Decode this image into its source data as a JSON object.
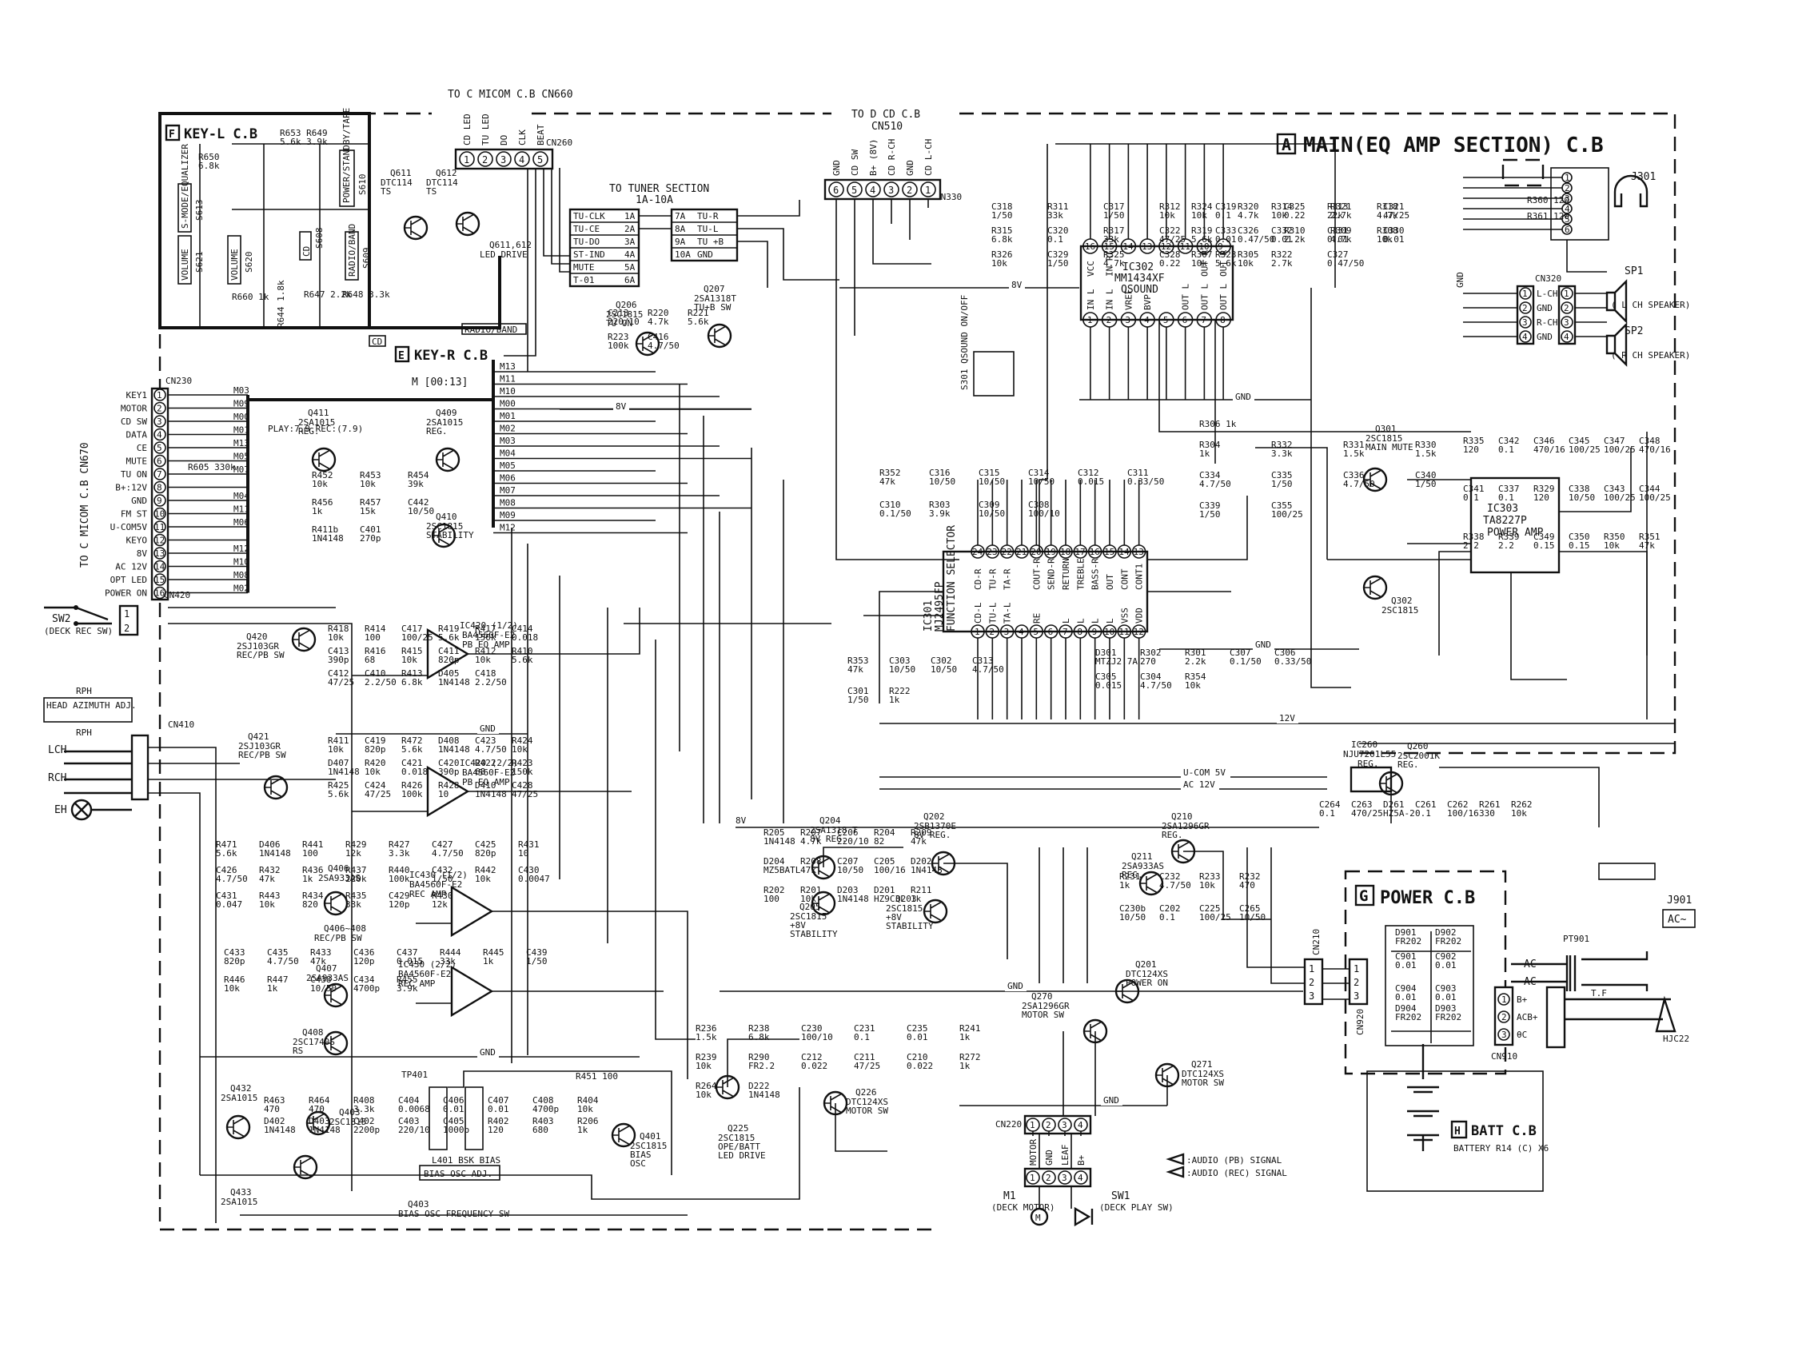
{
  "boards": {
    "main": {
      "letter": "A",
      "title": "MAIN(EQ AMP SECTION) C.B"
    },
    "key_l": {
      "letter": "F",
      "title": "KEY-L C.B"
    },
    "key_r": {
      "letter": "E",
      "title": "KEY-R C.B"
    },
    "power": {
      "letter": "G",
      "title": "POWER C.B"
    },
    "batt": {
      "letter": "H",
      "title": "BATT C.B"
    }
  },
  "top_labels": {
    "micom": "TO C MICOM C.B CN660",
    "cd": "TO D CD C.B",
    "cd_cn": "CN510",
    "tuner1": "TO TUNER SECTION",
    "tuner2": "1A-10A",
    "cn260": "CN260",
    "cn330": "CN330"
  },
  "cn260_pins": [
    "CD LED",
    "TU LED",
    "DO",
    "CLK",
    "BEAT"
  ],
  "cn330_pins": [
    "GND",
    "CD SW",
    "B+ (8V)",
    "CD R-CH",
    "GND",
    "CD L-CH"
  ],
  "tuner_rows": [
    {
      "sig": "TU-CLK",
      "pin": "1A"
    },
    {
      "sig": "TU-CE",
      "pin": "2A"
    },
    {
      "sig": "TU-DO",
      "pin": "3A"
    },
    {
      "sig": "ST-IND",
      "pin": "4A"
    },
    {
      "sig": "MUTE",
      "pin": "5A"
    },
    {
      "sig": "T-01",
      "pin": "6A"
    }
  ],
  "tuner_right": [
    {
      "pin": "7A",
      "sig": "TU-R"
    },
    {
      "pin": "8A",
      "sig": "TU-L"
    },
    {
      "pin": "9A",
      "sig": "TU +B"
    },
    {
      "pin": "10A",
      "sig": "GND"
    }
  ],
  "cn230": {
    "label": "CN230",
    "side": "TO C MICOM C.B CN670",
    "pins": [
      "KEY1",
      "MOTOR",
      "CD SW",
      "DATA",
      "CE",
      "MUTE",
      "TU ON",
      "B+:12V",
      "GND",
      "FM ST",
      "U-COM5V",
      "KEYO",
      "8V",
      "AC 12V",
      "OPT LED",
      "POWER ON"
    ]
  },
  "m_labels": [
    "M13",
    "M11",
    "M10",
    "M00",
    "M01",
    "M02",
    "M03",
    "M04",
    "M05",
    "M06",
    "M07",
    "M08",
    "M09",
    "M12"
  ],
  "cn230_m": [
    "M03",
    "M09",
    "M00",
    "M01",
    "M13",
    "M05",
    "M07",
    "",
    "M04",
    "M11",
    "M06",
    "",
    "M12",
    "M10",
    "M08",
    "M02"
  ],
  "m_bus": "M [00:13]",
  "key_l": {
    "r650": "R650\n6.8k",
    "r653": "R653 R649",
    "r653v": "5.6k  3.9k",
    "s613": "S613",
    "s613t": "S-MODE/EQUALIZER",
    "s610": "S610",
    "s610t": "POWER/STANDBY/TAPE",
    "s621": "S621",
    "s621t": "VOLUME",
    "s620": "S620",
    "s620t": "VOLUME",
    "s608": "S608",
    "s608t": "CD",
    "s609": "S609",
    "s609t": "RADIO/BAND",
    "r660": "R660 1k",
    "r647": "R647 2.2k",
    "r648": "R648 3.3k",
    "r644": "R644 1.8k",
    "radio_band": "RADIO/BAND",
    "cd_led": "CD"
  },
  "transistors": [
    {
      "id": "q611",
      "name": "Q611",
      "type": "DTC114\nTS"
    },
    {
      "id": "q612",
      "name": "Q612",
      "type": "DTC114\nTS"
    },
    {
      "id": "q611n",
      "name": "Q611,612",
      "type": "LED DRIVE"
    },
    {
      "id": "q206",
      "name": "Q206",
      "type": "2SC1815\nTU ON"
    },
    {
      "id": "q207",
      "name": "Q207",
      "type": "2SA1318T\nTU+B SW"
    },
    {
      "id": "q411",
      "name": "Q411",
      "type": "2SA1015\nREG."
    },
    {
      "id": "q409",
      "name": "Q409",
      "type": "2SA1015\nREG."
    },
    {
      "id": "q410",
      "name": "Q410",
      "type": "2SC1815\nSTABILITY"
    },
    {
      "id": "q420",
      "name": "Q420",
      "type": "2SJ103GR\nREC/PB SW"
    },
    {
      "id": "q421",
      "name": "Q421",
      "type": "2SJ103GR\nREC/PB SW"
    },
    {
      "id": "q406",
      "name": "Q406",
      "type": "2SA933AS"
    },
    {
      "id": "q407",
      "name": "Q407",
      "type": "2SA933AS"
    },
    {
      "id": "q406n",
      "name": "Q406~408",
      "type": "REC/PB SW"
    },
    {
      "id": "q408",
      "name": "Q408",
      "type": "2SC1740S\nRS"
    },
    {
      "id": "q432",
      "name": "Q432",
      "type": "2SA1015"
    },
    {
      "id": "q403",
      "name": "Q403",
      "type": "2SC1815"
    },
    {
      "id": "q433",
      "name": "Q433",
      "type": "2SA1015"
    },
    {
      "id": "q401",
      "name": "Q401",
      "type": "2SC1815\nBIAS\nOSC"
    },
    {
      "id": "q403n",
      "name": "Q403",
      "type": "BIAS OSC FREQUENCY SW"
    },
    {
      "id": "q204",
      "name": "Q204",
      "type": "2SA1318 T\n8V REG."
    },
    {
      "id": "q205",
      "name": "Q205",
      "type": "2SC1815\n+8V\nSTABILITY"
    },
    {
      "id": "q202",
      "name": "Q202",
      "type": "2SB1370E\n8V REG."
    },
    {
      "id": "q203",
      "name": "Q203",
      "type": "2SC1815\n+8V\nSTABILITY"
    },
    {
      "id": "q210",
      "name": "Q210",
      "type": "2SA1296GR\nREG."
    },
    {
      "id": "q211",
      "name": "Q211",
      "type": "2SA933AS\nREG."
    },
    {
      "id": "q201",
      "name": "Q201",
      "type": "DTC124XS\nPOWER ON"
    },
    {
      "id": "q270",
      "name": "Q270",
      "type": "2SA1296GR\nMOTOR SW"
    },
    {
      "id": "q271",
      "name": "Q271",
      "type": "DTC124XS\nMOTOR SW"
    },
    {
      "id": "q226",
      "name": "Q226",
      "type": "DTC124XS\nMOTOR SW"
    },
    {
      "id": "q225",
      "name": "Q225",
      "type": "2SC1815\nOPE/BATT\nLED DRIVE"
    },
    {
      "id": "q301",
      "name": "Q301",
      "type": "2SC1815\nMAIN MUTE"
    },
    {
      "id": "q302",
      "name": "Q302",
      "type": "2SC1815"
    },
    {
      "id": "q260",
      "name": "Q260",
      "type": "2SC2001K\nREG."
    }
  ],
  "ics": {
    "ic302": {
      "name": "IC302",
      "part": "MM1434XF",
      "func": "QSOUND",
      "top": [
        "16",
        "15",
        "14",
        "13",
        "12",
        "11",
        "10",
        "9"
      ],
      "top_names": [
        "VCC",
        "IN R",
        "",
        "",
        "",
        "",
        "OUT R",
        "OUT R"
      ],
      "bot": [
        "1",
        "2",
        "3",
        "4",
        "5",
        "6",
        "7",
        "8"
      ],
      "bot_names": [
        "IN L",
        "IN L",
        "VREF",
        "BVP",
        "",
        "OUT L",
        "OUT L",
        "OUT L"
      ]
    },
    "ic301": {
      "name": "IC301",
      "part": "MJ2495FP",
      "func": "FUNCTION SELECTOR",
      "top": [
        "24",
        "23",
        "22",
        "21",
        "20",
        "19",
        "18",
        "17",
        "16",
        "15",
        "14",
        "13"
      ],
      "top_names": [
        "CD-R",
        "TU-R",
        "TA-R",
        "",
        "COUT-R",
        "SEND-R",
        "RETURN",
        "TREBLE",
        "BASS-R",
        "OUT",
        "CONT",
        "CONT1"
      ],
      "bot": [
        "1",
        "2",
        "3",
        "4",
        "5",
        "6",
        "7",
        "8",
        "9",
        "10",
        "11",
        "12"
      ],
      "bot_names": [
        "CD-L",
        "TU-L",
        "TA-L",
        "",
        "RE",
        "",
        "L",
        "L",
        "L",
        "L",
        "VSS",
        "VDD"
      ]
    },
    "ic303": {
      "name": "IC303",
      "part": "TA8227P",
      "func": "POWER AMP"
    },
    "ic420a": {
      "name": "IC420 (1/2)",
      "part": "BA4560F-E2",
      "func": "PB EQ AMP"
    },
    "ic420b": {
      "name": "IC420 (2/2)",
      "part": "BA4560F-E2",
      "func": "PB EQ AMP"
    },
    "ic430a": {
      "name": "IC430 (1/2)",
      "part": "BA4560F-E2",
      "func": "REC AMP"
    },
    "ic430b": {
      "name": "IC430 (2/2)",
      "part": "BA4560F-E2",
      "func": "REC AMP"
    },
    "ic260": {
      "name": "IC260",
      "part": "NJU7201L55",
      "func": "REG."
    }
  },
  "right_section": {
    "j301": "J301",
    "cn320": "CN320",
    "cn320_pins": [
      {
        "n": "1",
        "s": "L-CH"
      },
      {
        "n": "2",
        "s": "GND"
      },
      {
        "n": "3",
        "s": "R-CH"
      },
      {
        "n": "4",
        "s": "GND"
      }
    ],
    "sp1": "SP1",
    "sp1_sub": "( L CH SPEAKER)",
    "sp2": "SP2",
    "sp2_sub": "( R CH SPEAKER)",
    "r360": "R360 120",
    "r361": "R361 120",
    "gnd": "GND"
  },
  "left_section": {
    "sw2": "SW2",
    "sw2_sub": "(DECK\nREC SW)",
    "cn420": "CN420",
    "rph": "RPH",
    "rph_sub": "HEAD AZIMUTH\nADJ.",
    "lch": "LCH",
    "rch": "RCH",
    "eh": "EH",
    "rph2": "RPH",
    "cn410": "CN410"
  },
  "power": {
    "cn910": "CN910",
    "cn920": "CN920",
    "cn210": "CN210",
    "pins_right": [
      "B+",
      "ACB+",
      "θC"
    ],
    "ac": [
      "AC",
      "AC"
    ],
    "diodes": [
      "D901\nFR202",
      "D902\nFR202",
      "D904\nFR202",
      "D903\nFR202"
    ],
    "caps": [
      "C901\n0.01",
      "C902\n0.01",
      "C904\n0.01",
      "C903\n0.01"
    ],
    "pt901": "PT901",
    "tf": "T.F",
    "j901": "J901",
    "j901_sub": "AC~",
    "hjc": "HJC22",
    "battery": "BATTERY\nR14 (C) X6"
  },
  "bottom": {
    "cn220": "CN220",
    "cn220_pins": [
      "MOTOR",
      "GND",
      "LEAF",
      "B+"
    ],
    "m1": "M1",
    "m1_sub": "(DECK\nMOTOR)",
    "sw1": "SW1",
    "sw1_sub": "(DECK\nPLAY SW)",
    "tp401": "TP401",
    "l401": "L401\nBSK BIAS",
    "bias_adj": "BIAS OSC ADJ.",
    "legend_pb": ":AUDIO (PB) SIGNAL",
    "legend_rec": ":AUDIO (REC) SIGNAL"
  },
  "misc": {
    "s301": "S301\nQSOUND\nON/OFF",
    "gnd": "GND",
    "v8": "8V",
    "v12": "12V",
    "ucom": "U-COM 5V",
    "ac12": "AC 12V",
    "r451": "R451 100",
    "r306": "R306 1k",
    "r605": "R605 330k",
    "play": "PLAY:7.9\nREC:(7.9)"
  },
  "parts": [
    "C318 1/50",
    "R311 33k",
    "C317 1/50",
    "R312 10k",
    "C319 0.1",
    "R314 10k",
    "R313 22k",
    "C321 47/25",
    "R315 6.8k",
    "C320 0.1",
    "R317 33k",
    "C322 47/25",
    "C333 0.01",
    "C332 0.01",
    "C331 0.01",
    "C330 0.01",
    "R326 10k",
    "C329 1/50",
    "R325 4.7k",
    "C328 0.22",
    "R323 5.6k",
    "R322 2.7k",
    "C327 0.47/50",
    "R324 10k",
    "R320 4.7k",
    "C325 0.22",
    "R321 2.7k",
    "R318 4.7k",
    "R319 5.6k",
    "C326 0.47/50",
    "R310 2.2k",
    "R309 4.7k",
    "R308 10k",
    "R307 10k",
    "R305 10k",
    "R304 1k",
    "R332 3.3k",
    "R331 1.5k",
    "R330 1.5k",
    "C334 4.7/50",
    "C335 1/50",
    "C336 4.7/50",
    "C340 1/50",
    "C339 1/50",
    "C355 100/25",
    "R335 120",
    "C342 0.1",
    "C346 470/16",
    "C345 100/25",
    "C347 100/25",
    "C348 470/16",
    "C341 0.1",
    "C337 0.1",
    "R329 120",
    "C338 10/50",
    "C343 100/25",
    "C344 100/25",
    "R338 2.2",
    "R339 2.2",
    "C349 0.15",
    "C350 0.15",
    "R350 10k",
    "R351 47k",
    "R352 47k",
    "C316 10/50",
    "C315 10/50",
    "C314 10/50",
    "C312 0.015",
    "C311 0.33/50",
    "C310 0.1/50",
    "R303 3.9k",
    "C309 10/50",
    "C308 100/10",
    "D301 MTZJ2.7A",
    "R302 270",
    "R301 2.2k",
    "C307 0.1/50",
    "C306 0.33/50",
    "C305 0.015",
    "C304 4.7/50",
    "R354 10k",
    "R353 47k",
    "C303 10/50",
    "C302 10/50",
    "C313 4.7/50",
    "C301 1/50",
    "R222 1k",
    "C213 220/10",
    "R220 4.7k",
    "R221 5.6k",
    "R223 100k",
    "C416 4.7/50",
    "R418 10k",
    "R414 100",
    "C417 100/25",
    "R419 5.6k",
    "R417 150k",
    "C414 0.018",
    "C413 390p",
    "R416 68",
    "R415 10k",
    "C411 820p",
    "R412 10k",
    "R410 5.6k",
    "C412 47/25",
    "C410 2.2/50",
    "R413 6.8k",
    "D405 1N4148",
    "C418 2.2/50",
    "R411 10k",
    "C419 820p",
    "R472 5.6k",
    "D408 1N4148",
    "C423 4.7/50",
    "R424 10k",
    "D407 1N4148",
    "R420 10k",
    "C421 0.018",
    "C420 390p",
    "R422 68",
    "R423 150k",
    "R425 5.6k",
    "C424 47/25",
    "R426 100k",
    "R428 10",
    "D410 1N4148",
    "C428 47/25",
    "R471 5.6k",
    "D406 1N4148",
    "R441 100",
    "R429 12k",
    "R427 3.3k",
    "C427 4.7/50",
    "C425 820p",
    "R431 10",
    "C426 4.7/50",
    "R432 47k",
    "R436 1k",
    "R437 220k",
    "R440 100k",
    "C432 1/50",
    "R442 10k",
    "C430 0.0047",
    "C431 0.047",
    "R443 10k",
    "R434 820",
    "R435 33k",
    "C429 120p",
    "R430 12k",
    "C433 820p",
    "C435 4.7/50",
    "R433 47k",
    "C436 120p",
    "C437 0.015",
    "R444 33k",
    "R445 1k",
    "C439 1/50",
    "R446 10k",
    "R447 1k",
    "C438 10/50",
    "C434 4700p",
    "R455 3.9k",
    "R452 10k",
    "R453 10k",
    "R454 39k",
    "R456 1k",
    "R457 15k",
    "C442 10/50",
    "R411b 1N4148",
    "C401 270p",
    "R463 470",
    "R464 470",
    "R408 3.3k",
    "C404 0.0068",
    "C406 0.01",
    "C407 0.01",
    "C408 4700p",
    "R404 10k",
    "D402 1N4148",
    "D403 1N4148",
    "C402 2200p",
    "C403 220/10",
    "C405 1000p",
    "R402 120",
    "R403 680",
    "R206 1k",
    "R205 1N4148",
    "R207 4.7k",
    "C206 220/10",
    "R204 82",
    "R209 47k",
    "D204 MZ5BATL",
    "R208 47k",
    "C207 10/50",
    "C205 100/16",
    "D202 1N4148",
    "R202 100",
    "R201 10k",
    "D203 1N4148",
    "D201 HZ9C3L",
    "R211 1k",
    "R236 1.5k",
    "R238 6.8k",
    "C230 100/10",
    "C231 0.1",
    "C235 0.01",
    "R241 1k",
    "R239 10k",
    "R290 FR2.2",
    "C212 0.022",
    "C211 47/25",
    "C210 0.022",
    "R272 1k",
    "R264 10k",
    "D222 1N4148",
    "R231 1k",
    "C232 4.7/50",
    "R233 10k",
    "R232 470",
    "C230b 10/50",
    "C202 0.1",
    "C225 100/25",
    "C265 10/50",
    "C264 0.1",
    "C263 470/25",
    "D261 HZ5A-2",
    "C261 0.1",
    "C262 100/16",
    "R261 330",
    "R262 10k"
  ]
}
